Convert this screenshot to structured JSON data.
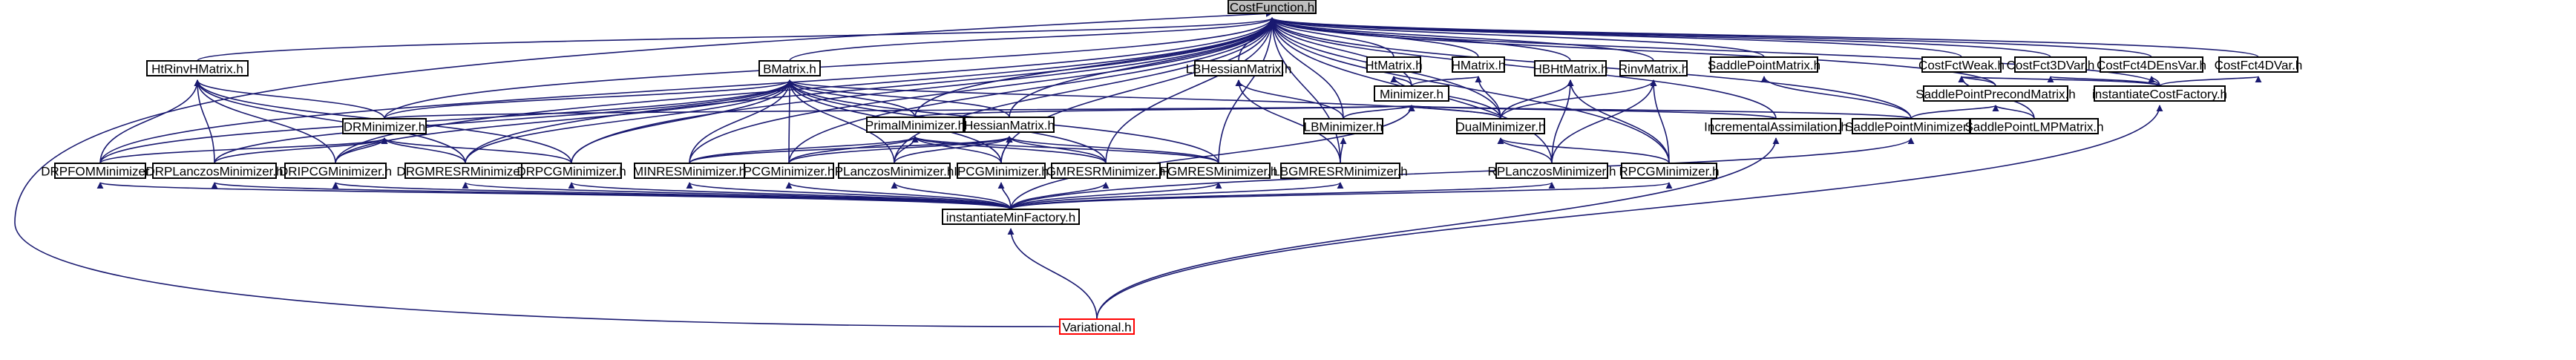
{
  "nodes": {
    "costfunction": "CostFunction.h",
    "hrinvhmatrix": "HtRinvHMatrix.h",
    "bmatrix": "BMatrix.h",
    "lbhessianmatrix": "LBHessianMatrix.h",
    "htmatrix": "HtMatrix.h",
    "hmatrix": "HMatrix.h",
    "hbhtmatrix": "HBHtMatrix.h",
    "rinvmatrix": "RinvMatrix.h",
    "saddlepointmatrix": "SaddlePointMatrix.h",
    "costfctweak": "CostFctWeak.h",
    "costfct3dvar": "CostFct3DVar.h",
    "costfct4densvar": "CostFct4DEnsVar.h",
    "costfct4dvar": "CostFct4DVar.h",
    "minimizer": "Minimizer.h",
    "saddlepointprecondmatrix": "SaddlePointPrecondMatrix.h",
    "instantiatecostfactory": "instantiateCostFactory.h",
    "drminimizer": "DRMinimizer.h",
    "primalminimizer": "PrimalMinimizer.h",
    "hessianmatrix": "HessianMatrix.h",
    "lbminimizer": "LBMinimizer.h",
    "dualminimizer": "DualMinimizer.h",
    "incrementalassimilation": "IncrementalAssimilation.h",
    "saddlepointminimizer": "SaddlePointMinimizer.h",
    "saddlepointlmpmatrix": "SaddlePointLMPMatrix.h",
    "drpfomminimizer": "DRPFOMMinimizer.h",
    "drplanczosminimizer": "DRPLanczosMinimizer.h",
    "dripcgminimizer": "DRIPCGMinimizer.h",
    "drgmresrminimizer": "DRGMRESRMinimizer.h",
    "drpcgminimizer": "DRPCGMinimizer.h",
    "minresminimizer": "MINRESMinimizer.h",
    "pcgminimizer": "PCGMinimizer.h",
    "planczosminimizer": "PLanczosMinimizer.h",
    "ipcgminimizer": "IPCGMinimizer.h",
    "gmresrminimizer": "GMRESRMinimizer.h",
    "fgmresminimizer": "FGMRESMinimizer.h",
    "lbgmresrminimizer": "LBGMRESRMinimizer.h",
    "rplanczosminimizer": "RPLanczosMinimizer.h",
    "rpcgminimizer": "RPCGMinimizer.h",
    "instantiateminfactory": "instantiateMinFactory.h",
    "variational": "Variational.h"
  },
  "colors": {
    "root_fill": "#bfbfbf",
    "edge": "#191970",
    "highlight_border": "#ff0000"
  }
}
